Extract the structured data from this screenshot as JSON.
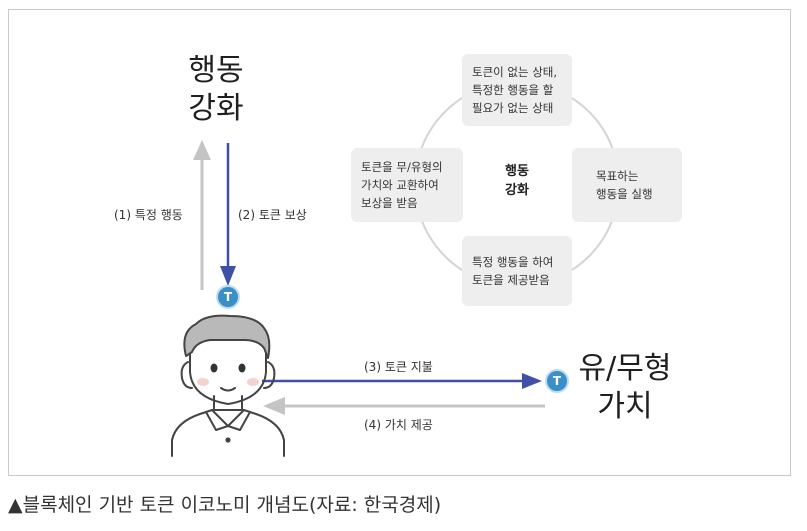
{
  "diagram": {
    "top_title": "행동\n강화",
    "right_title": "유/무형\n가치",
    "label_1": "(1) 특정 행동",
    "label_2": "(2) 토큰 보상",
    "label_3": "(3) 토큰 지불",
    "label_4": "(4) 가치 제공",
    "token_letter": "T",
    "cycle": {
      "center": "행동\n강화",
      "top": "토큰이 없는 상태,\n특정한 행동을 할\n필요가 없는 상태",
      "right": "목표하는\n행동을 실행",
      "bottom": "특정 행동을 하여\n토큰을 제공받음",
      "left": "토큰을 무/유형의\n가치와 교환하여\n보상을 받음"
    },
    "colors": {
      "arrow_blue": "#3f51a4",
      "arrow_gray": "#c4c4c4",
      "token_blue": "#3b8fc9",
      "box_gray": "#eeeeee"
    }
  },
  "caption": "▲블록체인 기반 토큰 이코노미 개념도(자료: 한국경제)"
}
